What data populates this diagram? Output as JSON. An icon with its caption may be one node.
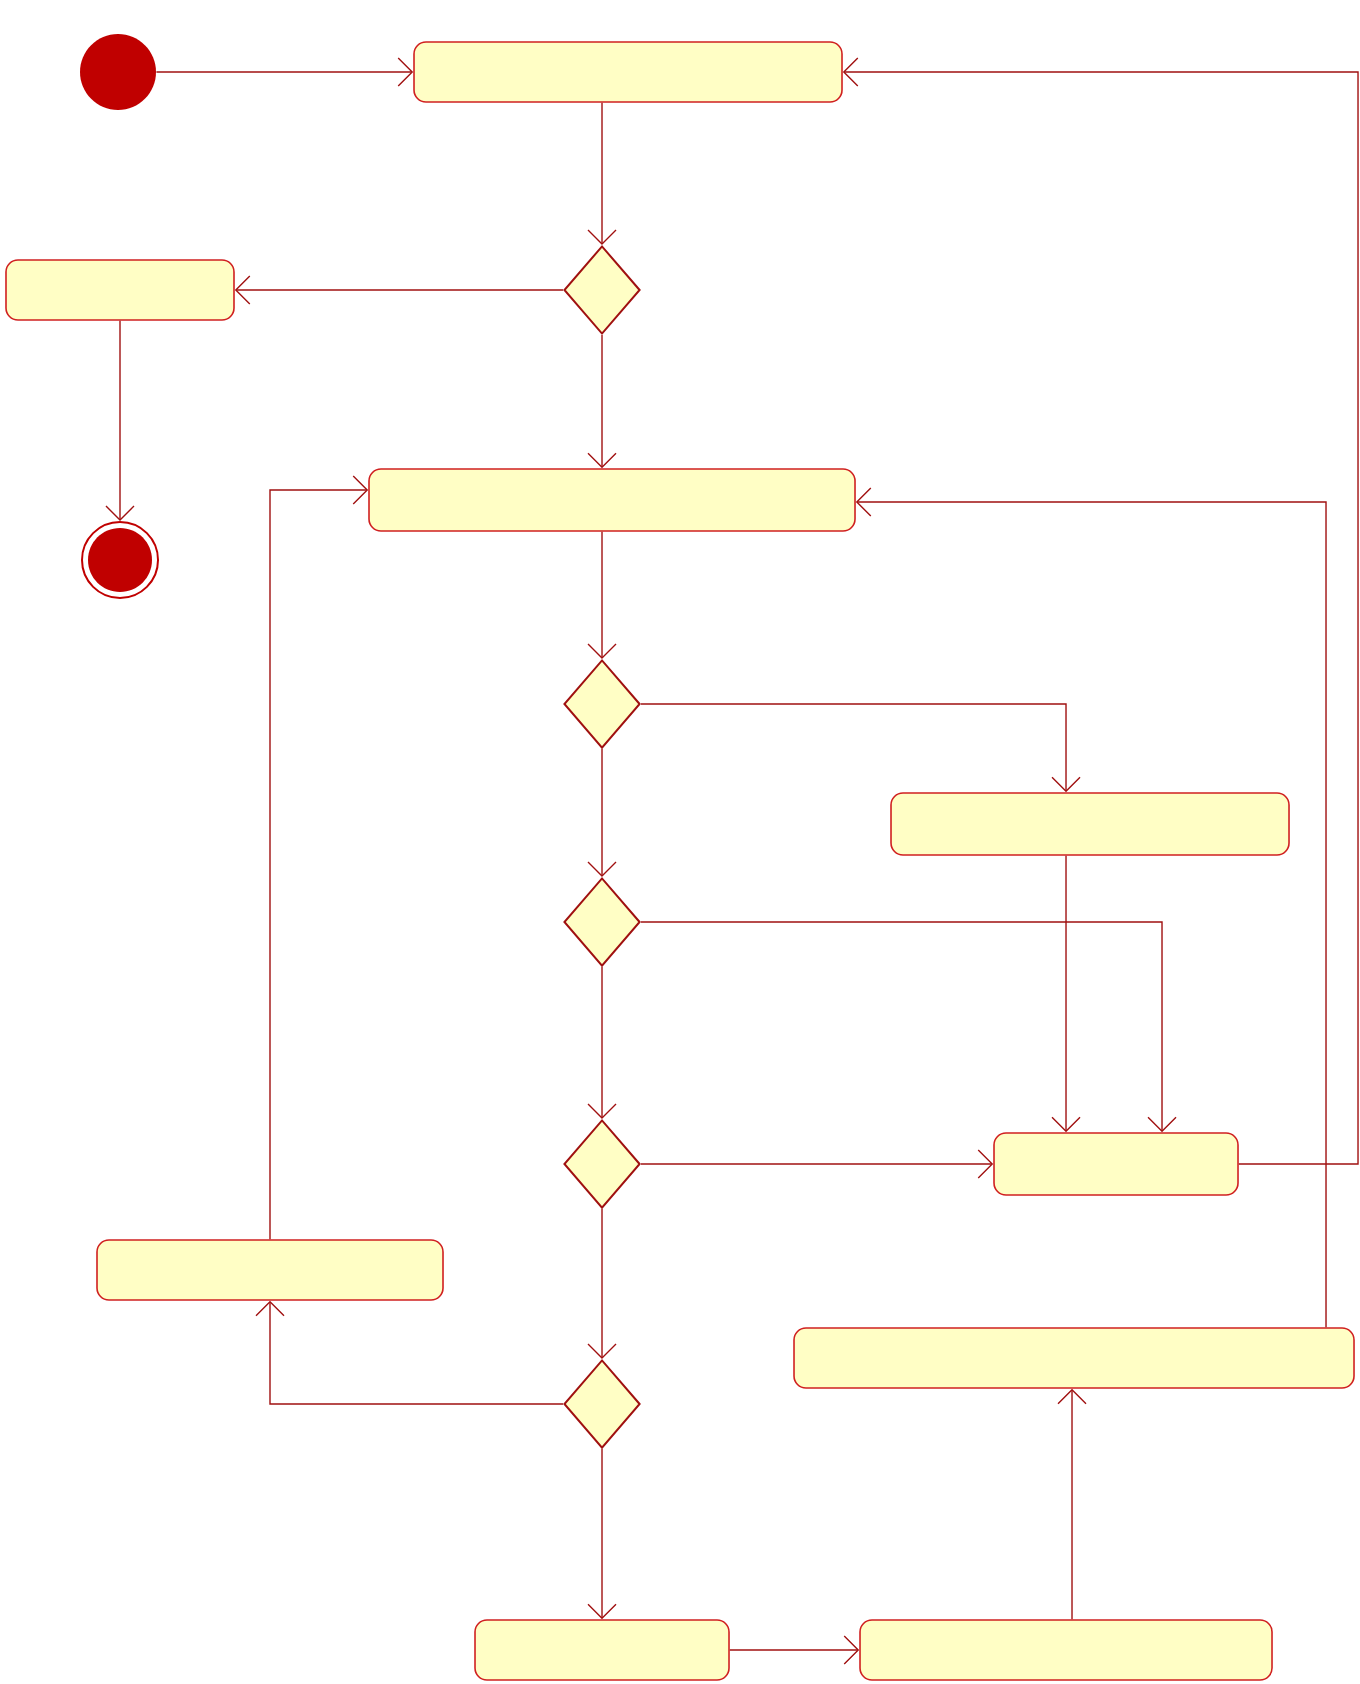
{
  "diagram": {
    "nodes": [
      {
        "text": [],
        "shape": "circle"
      },
      {
        "text": [],
        "shape": "box"
      },
      {
        "text": [],
        "shape": "diamond"
      },
      {
        "text": [],
        "shape": "box"
      },
      {
        "text": [],
        "shape": "circle"
      },
      {
        "text": [],
        "shape": "box"
      },
      {
        "text": [],
        "shape": "diamond"
      },
      {
        "text": [],
        "shape": "box"
      },
      {
        "text": [],
        "shape": "diamond"
      },
      {
        "text": [],
        "shape": "diamond"
      },
      {
        "text": [],
        "shape": "box"
      },
      {
        "text": [],
        "shape": "box"
      },
      {
        "text": [],
        "shape": "box"
      },
      {
        "text": [],
        "shape": "diamond"
      },
      {
        "text": [],
        "shape": "box"
      },
      {
        "text": [],
        "shape": "box"
      }
    ],
    "edges": [
      {
        "from": 0,
        "to": 1,
        "arrow": "to"
      },
      {
        "from": 1,
        "to": 2,
        "arrow": "to"
      },
      {
        "from": 2,
        "to": 3,
        "arrow": "to"
      },
      {
        "from": 3,
        "to": 4,
        "arrow": "to"
      },
      {
        "from": 2,
        "to": 5,
        "arrow": "to"
      },
      {
        "from": 5,
        "to": 6,
        "arrow": "to"
      },
      {
        "from": 6,
        "to": 7,
        "arrow": "to"
      },
      {
        "from": 6,
        "to": 8,
        "arrow": "to"
      },
      {
        "from": 8,
        "to": 10,
        "arrow": "to"
      },
      {
        "from": 7,
        "to": 10,
        "arrow": "to"
      },
      {
        "from": 8,
        "to": 9,
        "arrow": "to"
      },
      {
        "from": 9,
        "to": 10,
        "arrow": "to"
      },
      {
        "from": 10,
        "to": 1,
        "arrow": "to"
      },
      {
        "from": 9,
        "to": 13,
        "arrow": "to"
      },
      {
        "from": 13,
        "to": 11,
        "arrow": "to"
      },
      {
        "from": 11,
        "to": 5,
        "arrow": "to"
      },
      {
        "from": 13,
        "to": 14,
        "arrow": "to"
      },
      {
        "from": 14,
        "to": 15,
        "arrow": "to"
      },
      {
        "from": 15,
        "to": 12,
        "arrow": "to"
      },
      {
        "from": 12,
        "to": 5,
        "arrow": "to"
      }
    ]
  }
}
